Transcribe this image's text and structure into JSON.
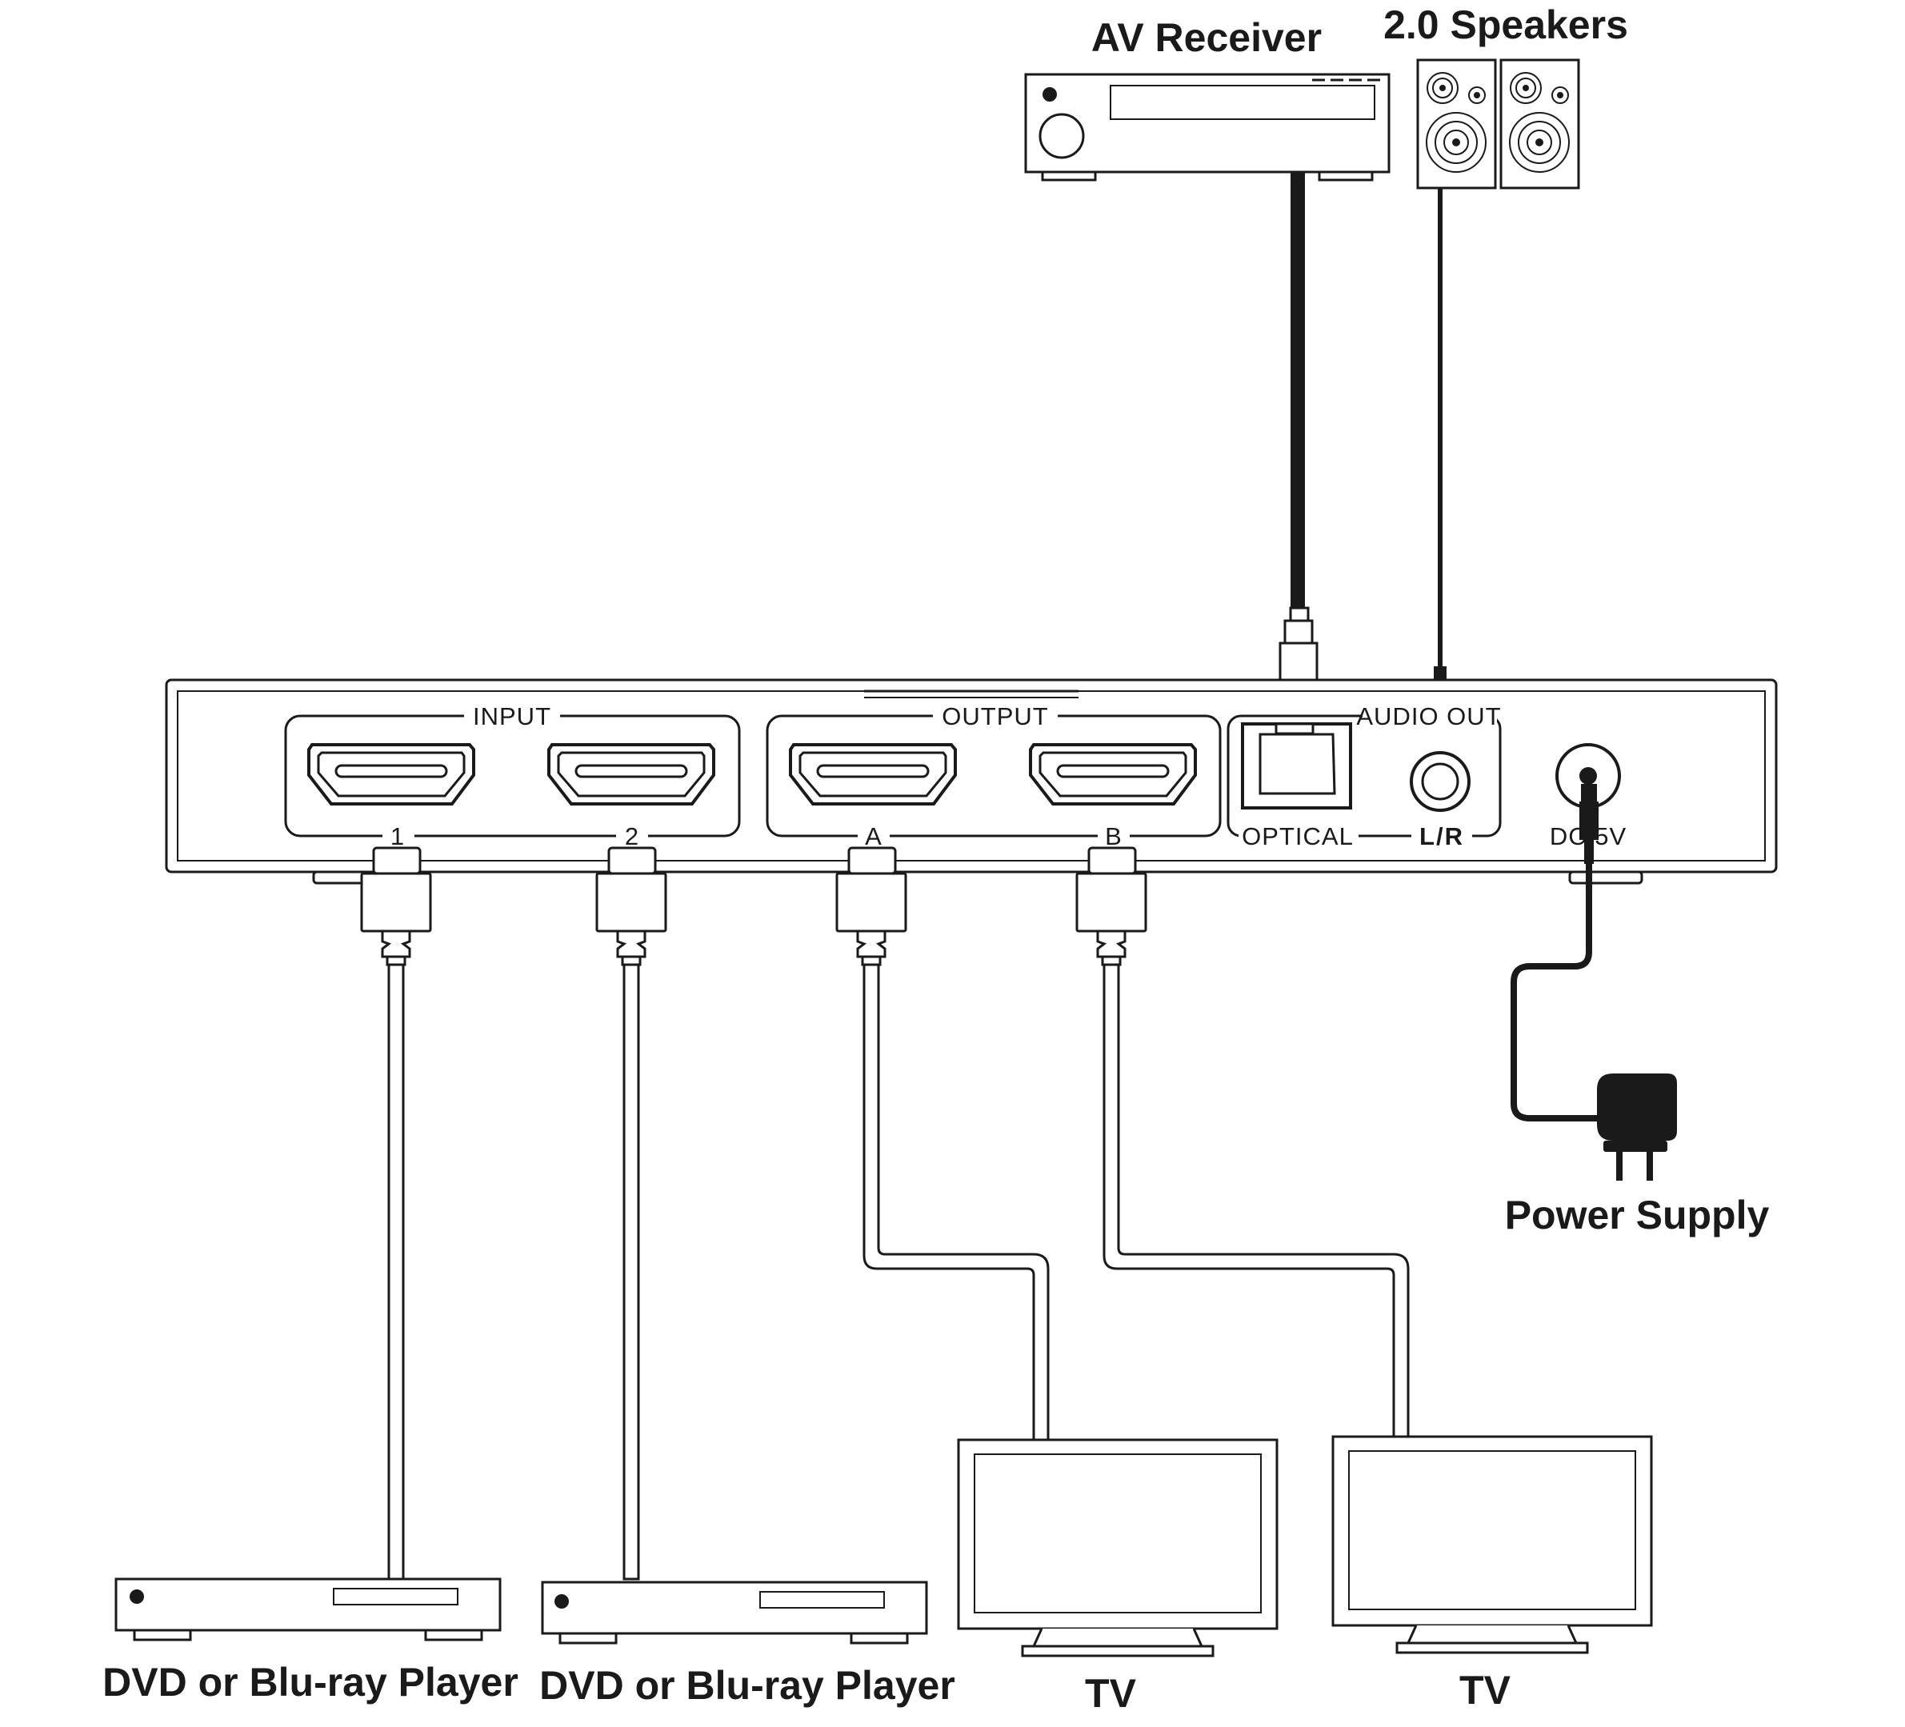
{
  "devices": {
    "av_receiver": "AV Receiver",
    "speakers": "2.0 Speakers",
    "player_1": "DVD or Blu-ray Player",
    "player_2": "DVD or Blu-ray Player",
    "tv_1": "TV",
    "tv_2": "TV",
    "power_supply": "Power Supply"
  },
  "panel": {
    "input_group": "INPUT",
    "output_group": "OUTPUT",
    "audio_group": "AUDIO OUT",
    "input_1": "1",
    "input_2": "2",
    "output_a": "A",
    "output_b": "B",
    "optical": "OPTICAL",
    "lr": "L/R",
    "dc": "DC 5V"
  }
}
